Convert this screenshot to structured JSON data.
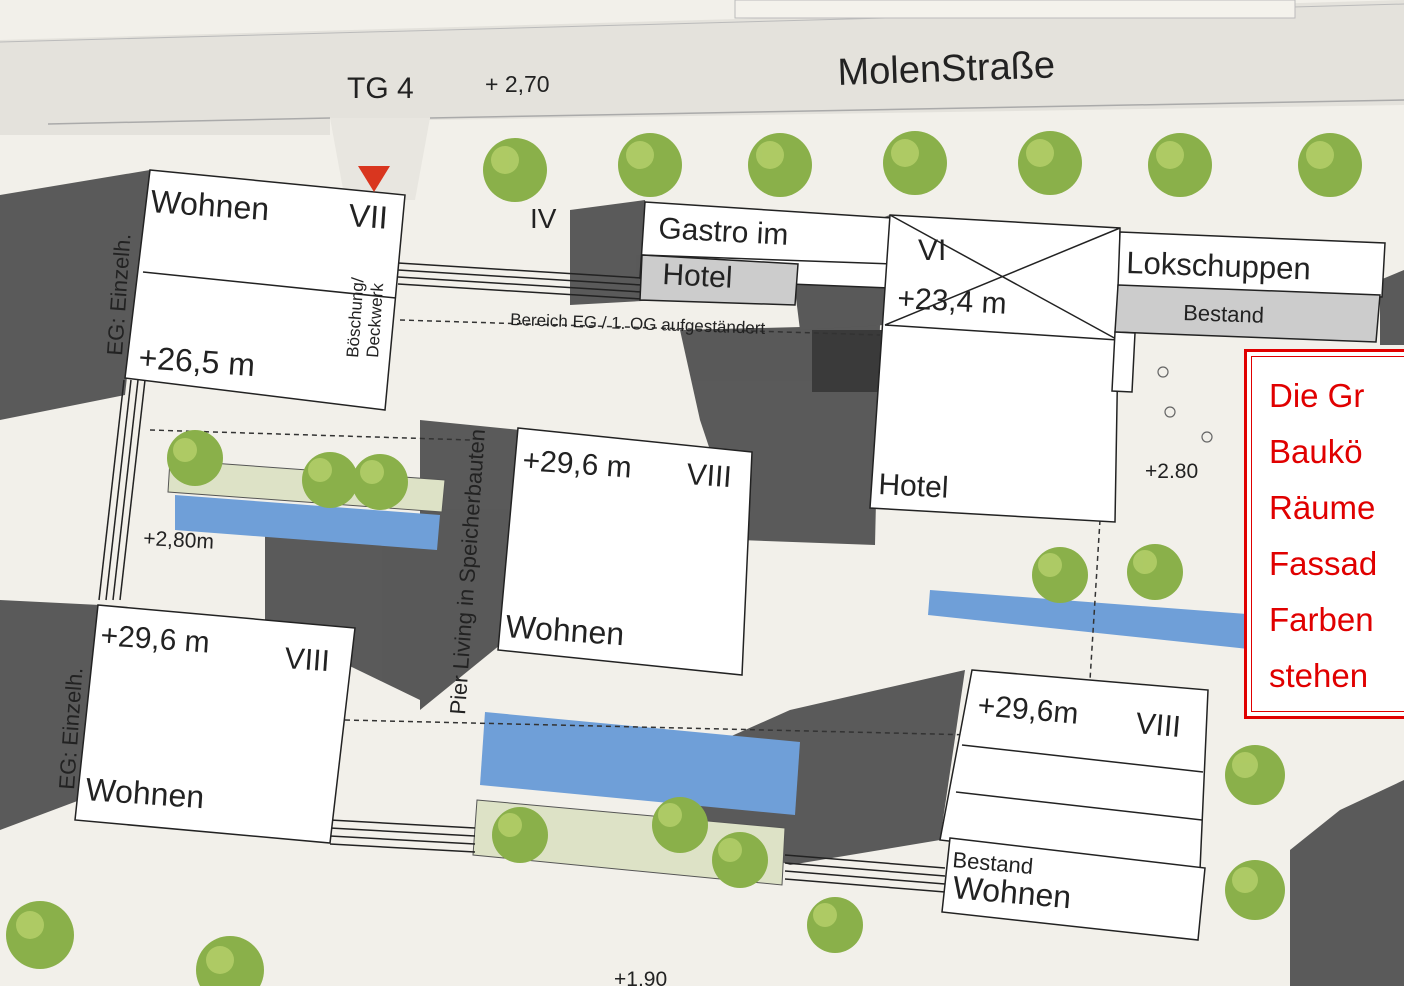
{
  "street": {
    "name": "MolenStraße"
  },
  "garage": {
    "label": "TG 4",
    "level": "+ 2,70"
  },
  "buildings": {
    "nw": {
      "use": "Wohnen",
      "floors": "VII",
      "height": "+26,5 m",
      "side": "EG: Einzelh.",
      "slope": [
        "Böschung/",
        "Deckwerk"
      ]
    },
    "gastro": {
      "floors": "IV",
      "line1": "Gastro im",
      "line2": "Hotel"
    },
    "hotel": {
      "floors": "VI",
      "height": "+23,4 m",
      "use": "Hotel"
    },
    "lok": {
      "name": "Lokschuppen",
      "status": "Bestand"
    },
    "center": {
      "height": "+29,6 m",
      "floors": "VIII",
      "use": "Wohnen",
      "side": "Pier Living in Speicherbauten"
    },
    "sw": {
      "height": "+29,6 m",
      "floors": "VIII",
      "use": "Wohnen",
      "side": "EG: Einzelh."
    },
    "se": {
      "height": "+29,6m",
      "floors": "VIII",
      "status": "Bestand",
      "use": "Wohnen"
    }
  },
  "annotations": {
    "raised": "Bereich EG / 1. OG aufgeständert",
    "level_east": "+2.80",
    "level_west": "+2,80m",
    "level_south": "+1,90"
  },
  "note": {
    "lines": [
      "Die Gr",
      "Baukö",
      "Räume",
      "Fassad",
      "Farben",
      "stehen"
    ]
  },
  "colors": {
    "ground": "#f2f0ea",
    "road": "#e6e4de",
    "shadow": "#4a4a4a",
    "water": "#6f9fd8",
    "tree": "#8ab04a",
    "note": "#e00000",
    "marker": "#d9361f"
  }
}
